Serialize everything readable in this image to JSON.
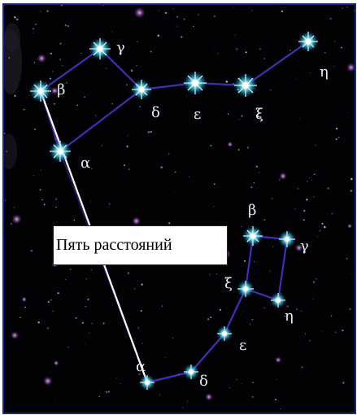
{
  "caption": "Пять расстояний",
  "colors": {
    "frame": "#1a2a8a",
    "sky": "#020204",
    "line": "#4a35c8",
    "star_glow": "#3fd8e8",
    "pointer": "#ffffff"
  },
  "big_dipper": {
    "stars": [
      {
        "label": "β"
      },
      {
        "label": "γ"
      },
      {
        "label": "α"
      },
      {
        "label": "δ"
      },
      {
        "label": "ε"
      },
      {
        "label": "ξ"
      },
      {
        "label": "η"
      }
    ]
  },
  "little_dipper": {
    "stars": [
      {
        "label": "β"
      },
      {
        "label": "γ"
      },
      {
        "label": "ξ"
      },
      {
        "label": "η"
      },
      {
        "label": "ε"
      },
      {
        "label": "δ"
      },
      {
        "label": "α"
      }
    ]
  }
}
